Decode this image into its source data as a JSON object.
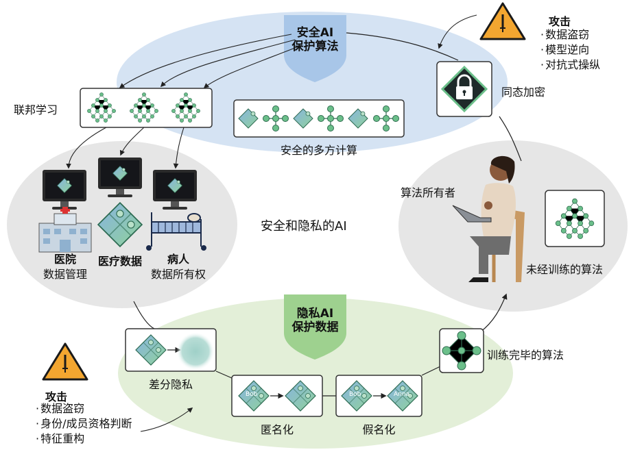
{
  "center_title": "安全和隐私的AI",
  "secure_ai": {
    "line1": "安全AI",
    "line2": "保护算法"
  },
  "private_ai": {
    "line1": "隐私AI",
    "line2": "保护数据"
  },
  "top_attack": {
    "title": "攻击",
    "items": [
      "数据盗窃",
      "模型逆向",
      "对抗式操纵"
    ]
  },
  "bottom_attack": {
    "title": "攻击",
    "items": [
      "数据盗窃",
      "身份/成员资格判断",
      "特征重构"
    ]
  },
  "federated_learning": "联邦学习",
  "homomorphic_encryption": "同态加密",
  "smpc": "安全的多方计算",
  "hospital": {
    "line1": "医院",
    "line2": "数据管理"
  },
  "medical_data": "医疗数据",
  "patient": {
    "line1": "病人",
    "line2": "数据所有权"
  },
  "algorithm_owner": "算法所有者",
  "untrained_algorithm": "未经训练的算法",
  "trained_algorithm": "训练完毕的算法",
  "differential_privacy": "差分隐私",
  "anonymization": {
    "label": "匿名化",
    "from": "Bob"
  },
  "pseudonymization": {
    "label": "假名化",
    "from": "Bob",
    "to": "Anna"
  },
  "colors": {
    "blue_region": "#d5e3f3",
    "green_region": "#e3efd8",
    "gray_region": "#e6e6e6",
    "shield_blue": "#a8c6e8",
    "shield_green": "#9ed18f",
    "warning": "#f3a630",
    "network_node": "#6bbf8a",
    "puzzle": "#7fbf9a"
  }
}
